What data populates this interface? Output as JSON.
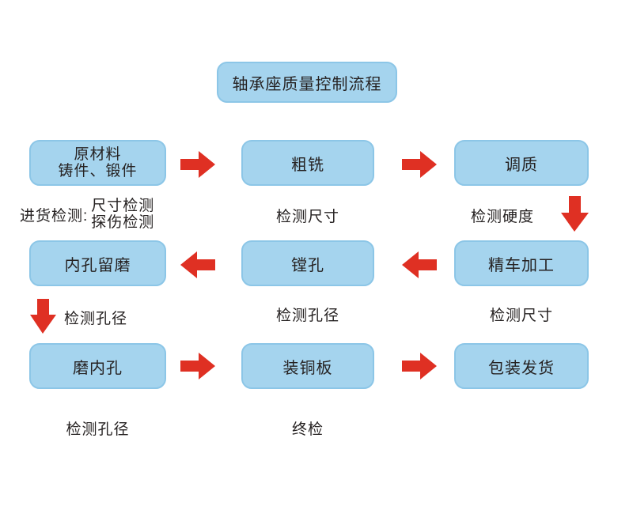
{
  "title": "轴承座质量控制流程",
  "colors": {
    "box_fill": "#A5D4EE",
    "box_border": "#8CC6E7",
    "arrow_red": "#DF3023",
    "text": "#262222",
    "background": "#FFFFFF"
  },
  "icons": {
    "right_arrow": "right-arrow-icon",
    "left_arrow": "left-arrow-icon",
    "down_arrow": "down-arrow-icon"
  },
  "flow": {
    "row1": {
      "box1": {
        "line1": "原材料",
        "line2": "铸件、锻件"
      },
      "box2": {
        "label": "粗铣"
      },
      "box3": {
        "label": "调质"
      },
      "caption1": {
        "prefix": "进货检测:",
        "line1": "尺寸检测",
        "line2": "探伤检测"
      },
      "caption2": "检测尺寸",
      "caption3": "检测硬度"
    },
    "row2": {
      "box1": {
        "label": "内孔留磨"
      },
      "box2": {
        "label": "镗孔"
      },
      "box3": {
        "label": "精车加工"
      },
      "caption1": "检测孔径",
      "caption2": "检测孔径",
      "caption3": "检测尺寸"
    },
    "row3": {
      "box1": {
        "label": "磨内孔"
      },
      "box2": {
        "label": "装铜板"
      },
      "box3": {
        "label": "包装发货"
      },
      "caption1": "检测孔径",
      "caption2": "终检"
    }
  }
}
